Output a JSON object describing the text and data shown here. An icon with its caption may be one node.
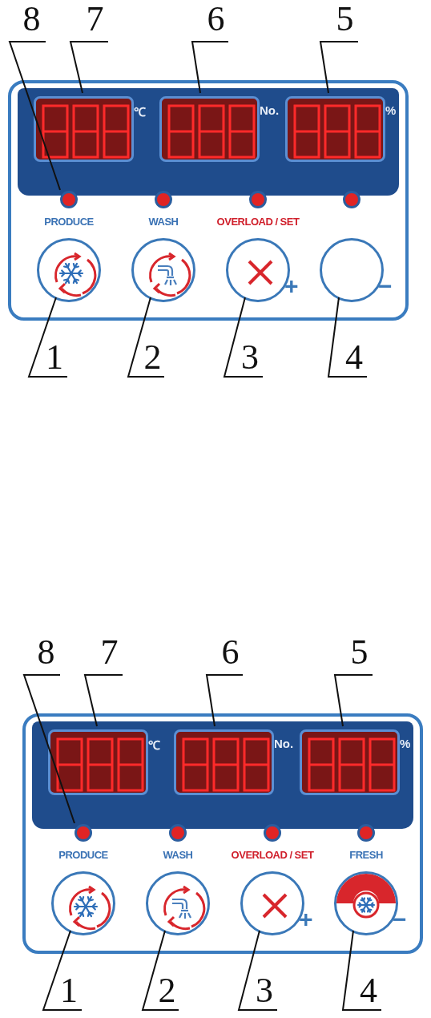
{
  "diagram": {
    "nodes": [
      {
        "text": [
          "8"
        ]
      },
      {
        "text": [
          "7"
        ]
      },
      {
        "text": [
          "6"
        ]
      },
      {
        "text": [
          "5"
        ]
      },
      {
        "text": [],
        "shape": "box"
      },
      {
        "text": [],
        "shape": "box",
        "in": 4,
        "beside": [
          "℃"
        ]
      },
      {
        "text": [],
        "shape": "box",
        "in": 4,
        "beside": [
          "No."
        ]
      },
      {
        "text": [],
        "shape": "box",
        "in": 4,
        "beside": [
          "%"
        ]
      },
      {
        "text": [],
        "shape": "circle",
        "in": 4,
        "beside": [
          "PRODUCE"
        ]
      },
      {
        "text": [],
        "shape": "circle",
        "in": 4,
        "beside": [
          "WASH"
        ]
      },
      {
        "text": [],
        "shape": "circle",
        "in": 4,
        "beside": [
          "OVERLOAD / SET"
        ]
      },
      {
        "text": [],
        "shape": "circle",
        "in": 4
      },
      {
        "text": [],
        "shape": "circle",
        "in": 4
      },
      {
        "text": [],
        "shape": "circle",
        "in": 4
      },
      {
        "text": [],
        "shape": "circle",
        "in": 4,
        "beside": [
          "+"
        ]
      },
      {
        "text": [],
        "shape": "circle",
        "in": 4,
        "beside": [
          "−"
        ]
      },
      {
        "text": [
          "1"
        ]
      },
      {
        "text": [
          "2"
        ]
      },
      {
        "text": [
          "3"
        ]
      },
      {
        "text": [
          "4"
        ]
      },
      {
        "text": [
          "8"
        ]
      },
      {
        "text": [
          "7"
        ]
      },
      {
        "text": [
          "6"
        ]
      },
      {
        "text": [
          "5"
        ]
      },
      {
        "text": [],
        "shape": "box"
      },
      {
        "text": [],
        "shape": "box",
        "in": 24,
        "beside": [
          "℃"
        ]
      },
      {
        "text": [],
        "shape": "box",
        "in": 24,
        "beside": [
          "No."
        ]
      },
      {
        "text": [],
        "shape": "box",
        "in": 24,
        "beside": [
          "%"
        ]
      },
      {
        "text": [],
        "shape": "circle",
        "in": 24,
        "beside": [
          "PRODUCE"
        ]
      },
      {
        "text": [],
        "shape": "circle",
        "in": 24,
        "beside": [
          "WASH"
        ]
      },
      {
        "text": [],
        "shape": "circle",
        "in": 24,
        "beside": [
          "OVERLOAD / SET"
        ]
      },
      {
        "text": [],
        "shape": "circle",
        "in": 24,
        "beside": [
          "FRESH"
        ]
      },
      {
        "text": [],
        "shape": "circle",
        "in": 24
      },
      {
        "text": [],
        "shape": "circle",
        "in": 24
      },
      {
        "text": [],
        "shape": "circle",
        "in": 24,
        "beside": [
          "+"
        ]
      },
      {
        "text": [],
        "shape": "circle",
        "in": 24,
        "beside": [
          "−"
        ]
      },
      {
        "text": [
          "1"
        ]
      },
      {
        "text": [
          "2"
        ]
      },
      {
        "text": [
          "3"
        ]
      },
      {
        "text": [
          "4"
        ]
      }
    ],
    "edges": [
      {
        "from": 0,
        "to": 8,
        "arrow": "none"
      },
      {
        "from": 1,
        "to": 5,
        "arrow": "none"
      },
      {
        "from": 2,
        "to": 6,
        "arrow": "none"
      },
      {
        "from": 3,
        "to": 7,
        "arrow": "none"
      },
      {
        "from": 16,
        "to": 12,
        "arrow": "none"
      },
      {
        "from": 17,
        "to": 13,
        "arrow": "none"
      },
      {
        "from": 18,
        "to": 14,
        "arrow": "none"
      },
      {
        "from": 19,
        "to": 15,
        "arrow": "none"
      },
      {
        "from": 20,
        "to": 28,
        "arrow": "none"
      },
      {
        "from": 21,
        "to": 25,
        "arrow": "none"
      },
      {
        "from": 22,
        "to": 26,
        "arrow": "none"
      },
      {
        "from": 23,
        "to": 27,
        "arrow": "none"
      },
      {
        "from": 36,
        "to": 32,
        "arrow": "none"
      },
      {
        "from": 37,
        "to": 33,
        "arrow": "none"
      },
      {
        "from": 38,
        "to": 34,
        "arrow": "none"
      },
      {
        "from": 39,
        "to": 35,
        "arrow": "none"
      }
    ]
  }
}
